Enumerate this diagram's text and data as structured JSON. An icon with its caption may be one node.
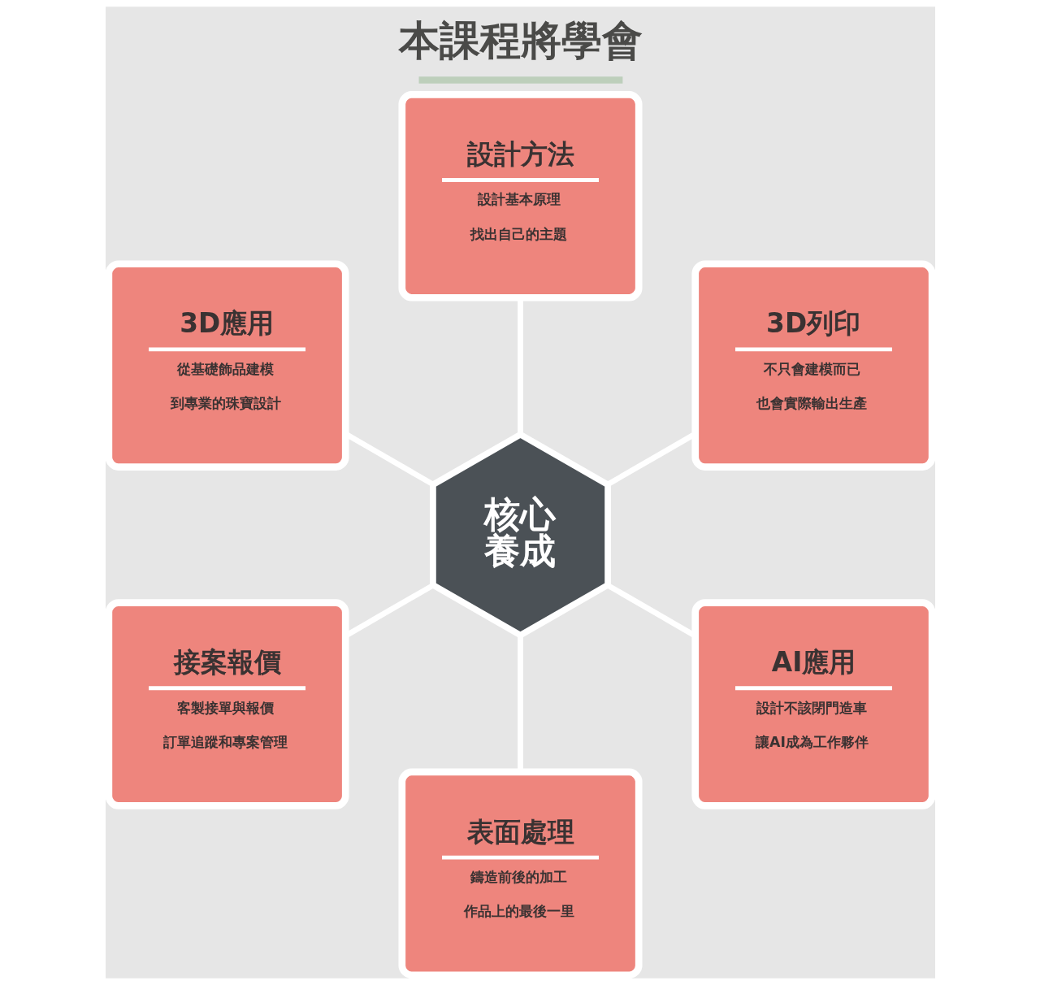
{
  "diagram": {
    "title": "本課程將學會",
    "nodes": [
      {
        "text": [
          "設計方法",
          "設計基本原理",
          "找出自己的主題"
        ]
      },
      {
        "text": [
          "3D應用",
          "從基礎飾品建模",
          "到專業的珠寶設計"
        ]
      },
      {
        "text": [
          "3D列印",
          "不只會建模而已",
          "也會實際輸出生產"
        ]
      },
      {
        "text": [
          "核心養成"
        ]
      },
      {
        "text": [
          "接案報價",
          "客製接單與報價",
          "訂單追蹤和專案管理"
        ]
      },
      {
        "text": [
          "AI應用",
          "設計不該閉門造車",
          "讓AI成為工作夥伴"
        ]
      },
      {
        "text": [
          "表面處理",
          "鑄造前後的加工",
          "作品上的最後一里"
        ]
      }
    ],
    "edges": [
      {
        "from": 3,
        "to": 0,
        "arrow": "none"
      },
      {
        "from": 3,
        "to": 1,
        "arrow": "none"
      },
      {
        "from": 3,
        "to": 2,
        "arrow": "none"
      },
      {
        "from": 3,
        "to": 4,
        "arrow": "none"
      },
      {
        "from": 3,
        "to": 5,
        "arrow": "none"
      },
      {
        "from": 3,
        "to": 6,
        "arrow": "none"
      }
    ]
  }
}
